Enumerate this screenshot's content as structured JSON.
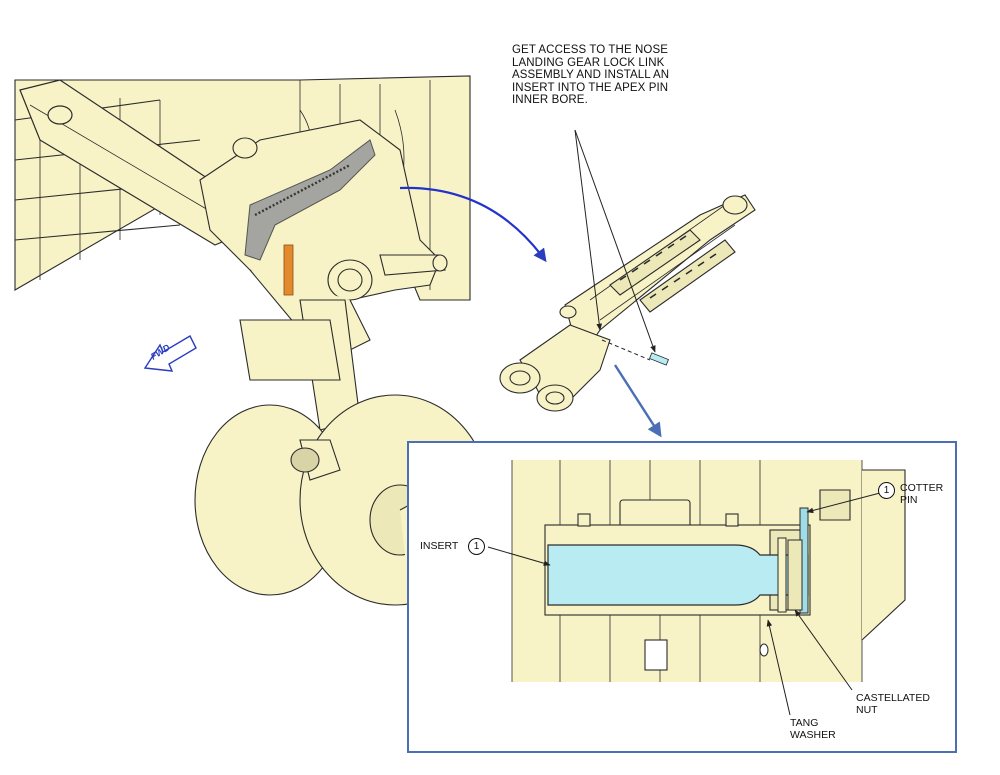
{
  "callout": {
    "lines": [
      "GET ACCESS TO THE NOSE",
      "LANDING GEAR LOCK LINK",
      "ASSEMBLY AND INSTALL AN",
      "INSERT INTO THE APEX PIN",
      "INNER BORE."
    ]
  },
  "fwd_label": "FWD",
  "detail": {
    "insert": {
      "label": "INSERT",
      "ref": "1"
    },
    "cotter_pin": {
      "label_lines": [
        "COTTER",
        "PIN"
      ],
      "ref": "1"
    },
    "castellated_nut": {
      "label_lines": [
        "CASTELLATED",
        "NUT"
      ]
    },
    "tang_washer": {
      "label_lines": [
        "TANG",
        "WASHER"
      ]
    }
  },
  "colors": {
    "part_fill": "#f7f3c6",
    "line": "#2b2b2b",
    "flow_arrow": "#2233cc",
    "detail_border": "#4a6fb5",
    "insert_fill": "#b8ecf2",
    "highlight_orange": "#e38a2d",
    "highlight_gray": "#9c9c9c"
  }
}
